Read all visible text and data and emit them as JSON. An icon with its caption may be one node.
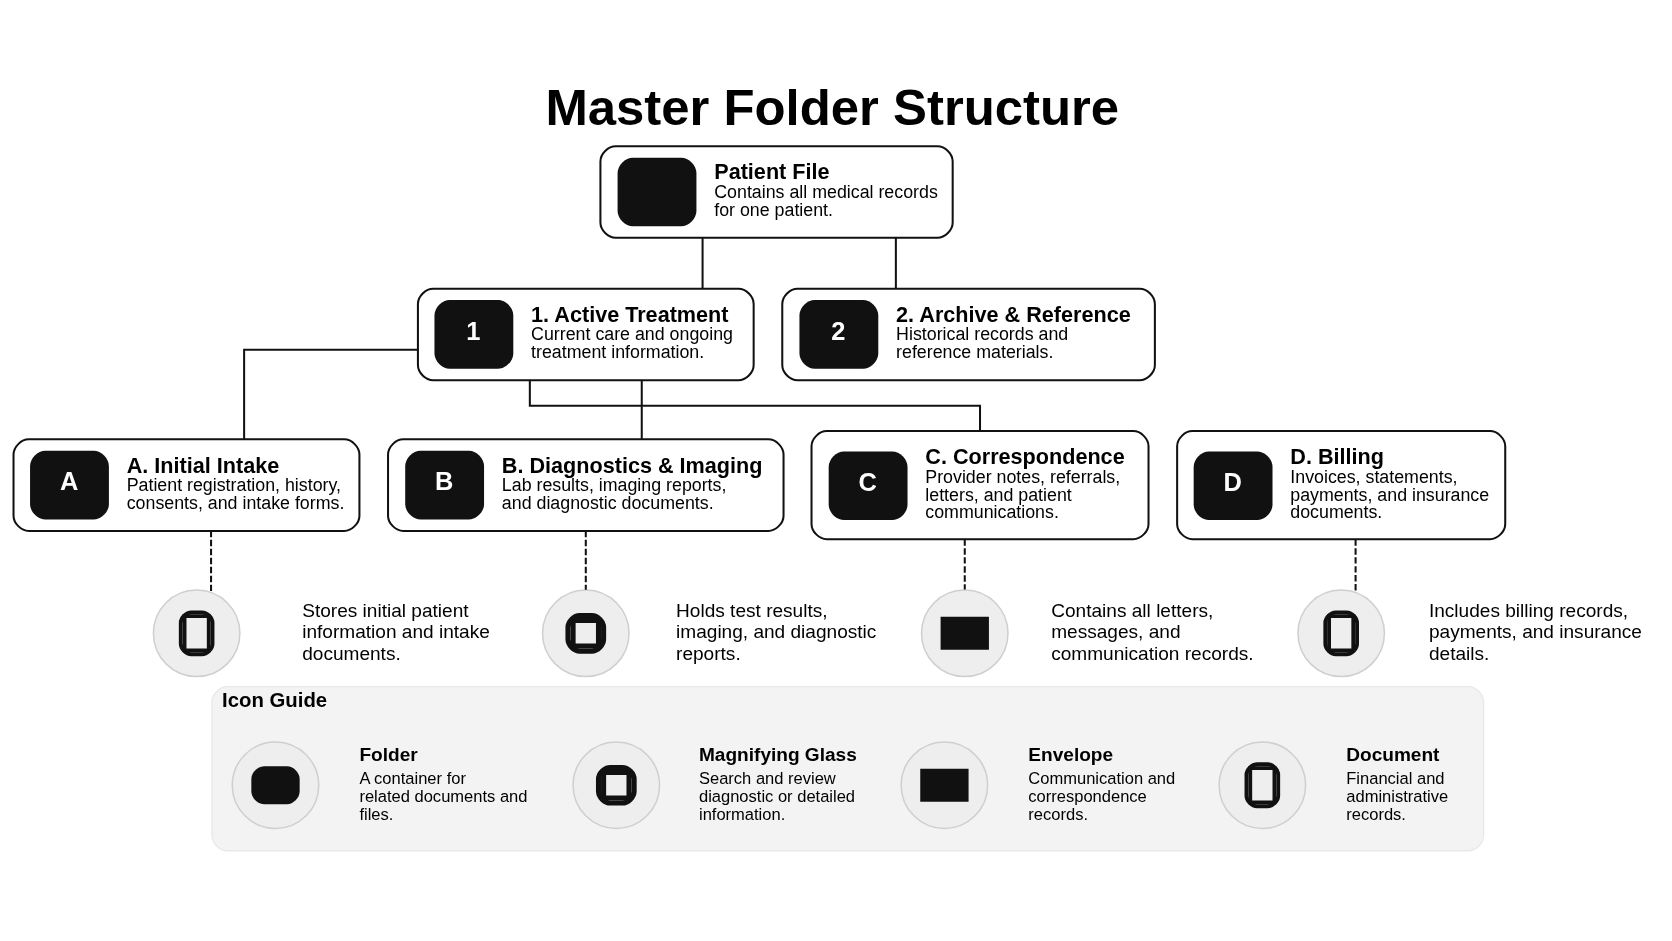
{
  "diagram": {
    "title": "Master Folder Structure",
    "nodes": [
      {
        "text": [
          "Patient File",
          "Contains all medical records for one patient."
        ]
      },
      {
        "text": [
          "1",
          "1. Active Treatment",
          "Current care and ongoing treatment information."
        ]
      },
      {
        "text": [
          "2",
          "2. Archive & Reference",
          "Historical records and reference materials."
        ]
      },
      {
        "text": [
          "A",
          "A. Initial Intake",
          "Patient registration, history, consents, and intake forms."
        ]
      },
      {
        "text": [
          "B",
          "B. Diagnostics & Imaging",
          "Lab results, imaging reports, and diagnostic documents."
        ]
      },
      {
        "text": [
          "C",
          "C. Correspondence",
          "Provider notes, referrals, letters, and patient communications."
        ]
      },
      {
        "text": [
          "D",
          "D. Billing",
          "Invoices, statements, payments, and insurance documents."
        ]
      },
      {
        "text": [],
        "shape": "circle",
        "beside": [
          "Stores initial patient information and intake documents."
        ]
      },
      {
        "text": [],
        "shape": "circle",
        "beside": [
          "Holds test results, imaging, and diagnostic reports."
        ]
      },
      {
        "text": [],
        "shape": "circle",
        "beside": [
          "Contains all letters, messages, and communication records."
        ]
      },
      {
        "text": [],
        "shape": "circle",
        "beside": [
          "Includes billing records, payments, and insurance details."
        ]
      },
      {
        "text": [
          "Icon Guide"
        ]
      },
      {
        "text": [],
        "shape": "circle",
        "in": 11,
        "beside": [
          "Folder",
          "A container for related documents and files."
        ]
      },
      {
        "text": [],
        "shape": "circle",
        "in": 11,
        "beside": [
          "Magnifying Glass",
          "Search and review diagnostic or detailed information."
        ]
      },
      {
        "text": [],
        "shape": "circle",
        "in": 11,
        "beside": [
          "Envelope",
          "Communication and correspondence records."
        ]
      },
      {
        "text": [],
        "shape": "circle",
        "in": 11,
        "beside": [
          "Document",
          "Financial and administrative records."
        ]
      }
    ],
    "edges": [
      {
        "from": 0,
        "to": 1,
        "arrow": "none"
      },
      {
        "from": 0,
        "to": 2,
        "arrow": "none"
      },
      {
        "from": 1,
        "to": 3,
        "arrow": "none"
      },
      {
        "from": 1,
        "to": 4,
        "arrow": "none"
      },
      {
        "from": 1,
        "to": 5,
        "arrow": "none"
      },
      {
        "from": 3,
        "to": 7,
        "arrow": "none",
        "style": "dashed"
      },
      {
        "from": 4,
        "to": 8,
        "arrow": "none",
        "style": "dashed"
      },
      {
        "from": 5,
        "to": 9,
        "arrow": "none",
        "style": "dashed"
      },
      {
        "from": 6,
        "to": 10,
        "arrow": "none",
        "style": "dashed"
      }
    ]
  }
}
